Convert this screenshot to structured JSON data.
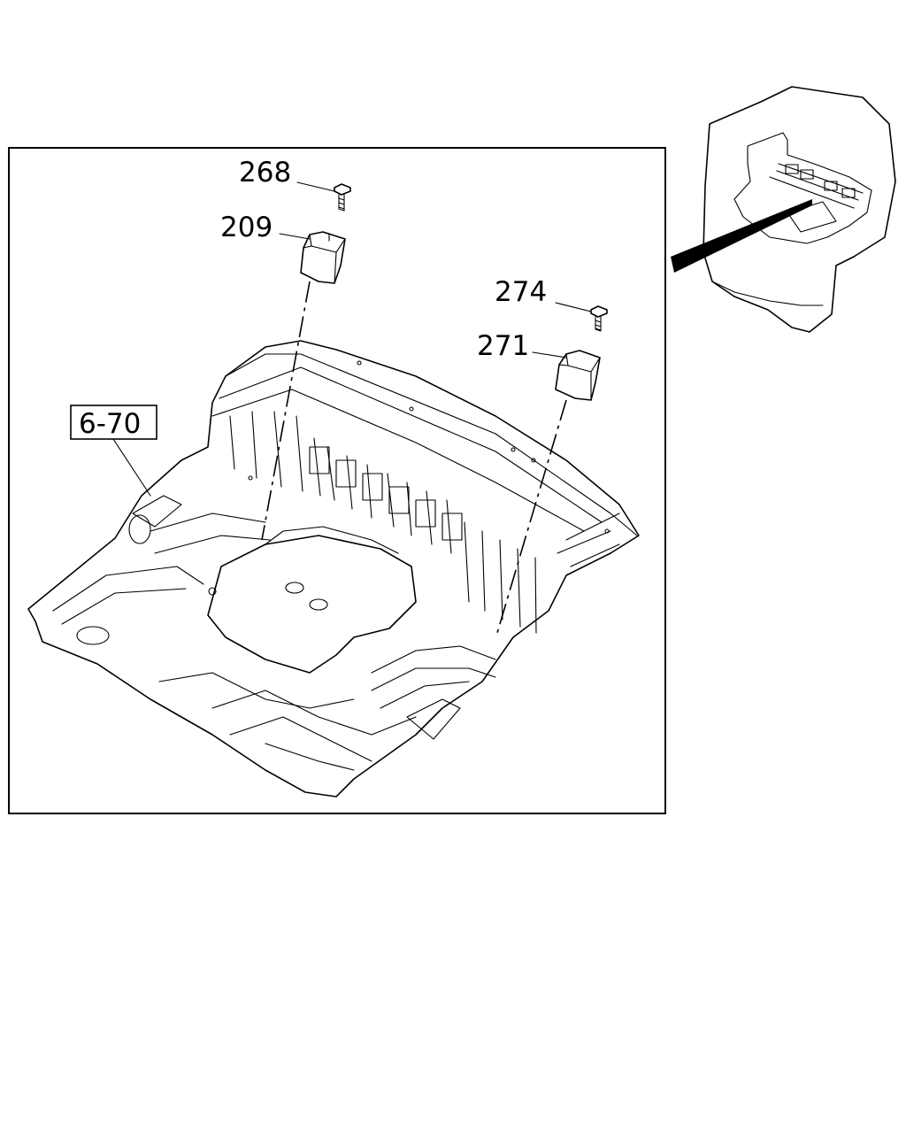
{
  "callouts": [
    {
      "id": "268",
      "text": "268"
    },
    {
      "id": "209",
      "text": "209"
    },
    {
      "id": "274",
      "text": "274"
    },
    {
      "id": "271",
      "text": "271"
    }
  ],
  "reference": {
    "text": "6-70"
  }
}
